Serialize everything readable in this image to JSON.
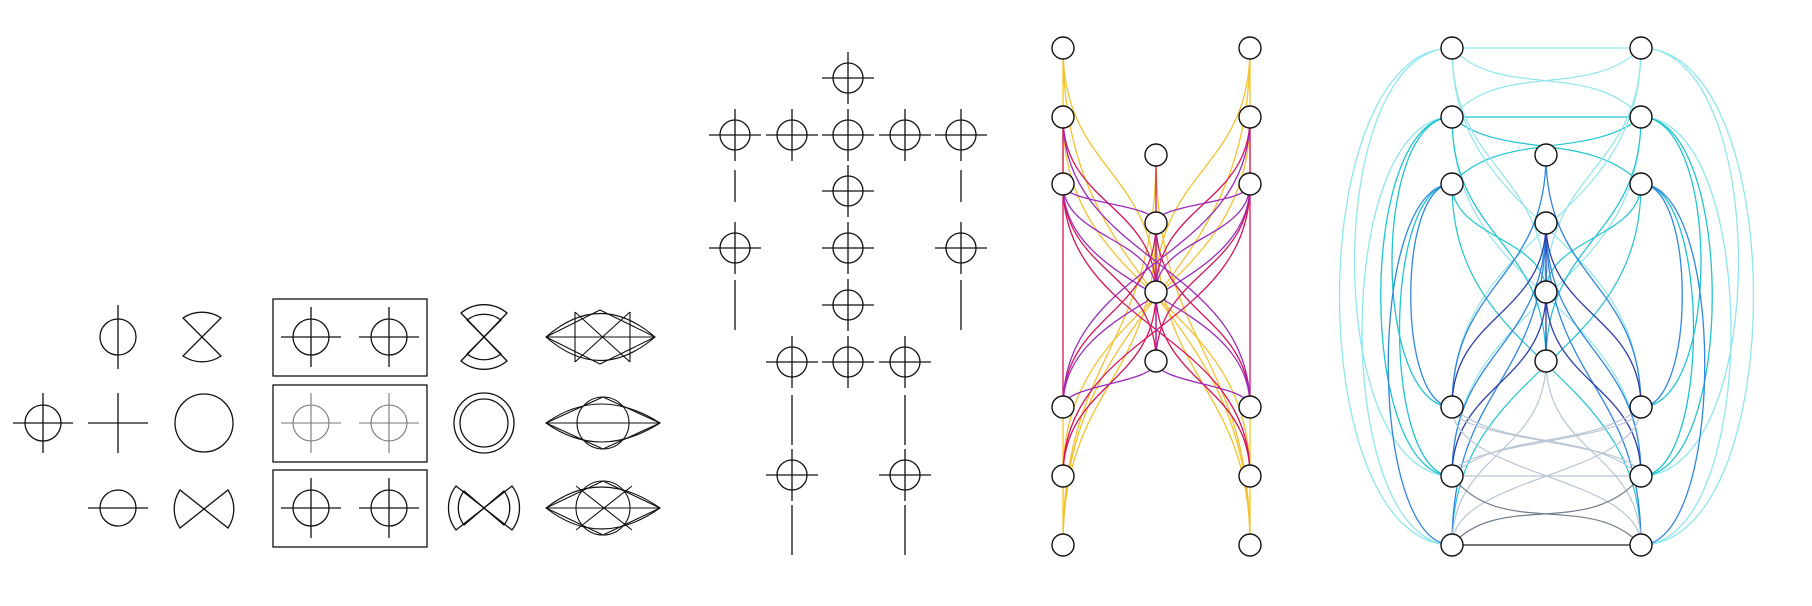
{
  "panels": {
    "glyph_key": {
      "columns": [
        "plain-node",
        "sector-glyph",
        "paired-node-box",
        "nested-sector-glyph",
        "lens-glyph"
      ]
    },
    "lattice": {
      "description_kind": "node-grid"
    },
    "warm_graph": {
      "colors": {
        "outer": "#f2c230",
        "middle": "#d4145a",
        "inner": "#9b2ab8"
      }
    },
    "cool_graph": {
      "colors": {
        "outer": "#8fe6ee",
        "upper": "#20c4d0",
        "mid": "#2f86e0",
        "deep": "#2f3fa8",
        "lower": "#b9c6d6",
        "base": "#6f7d8c"
      }
    }
  }
}
